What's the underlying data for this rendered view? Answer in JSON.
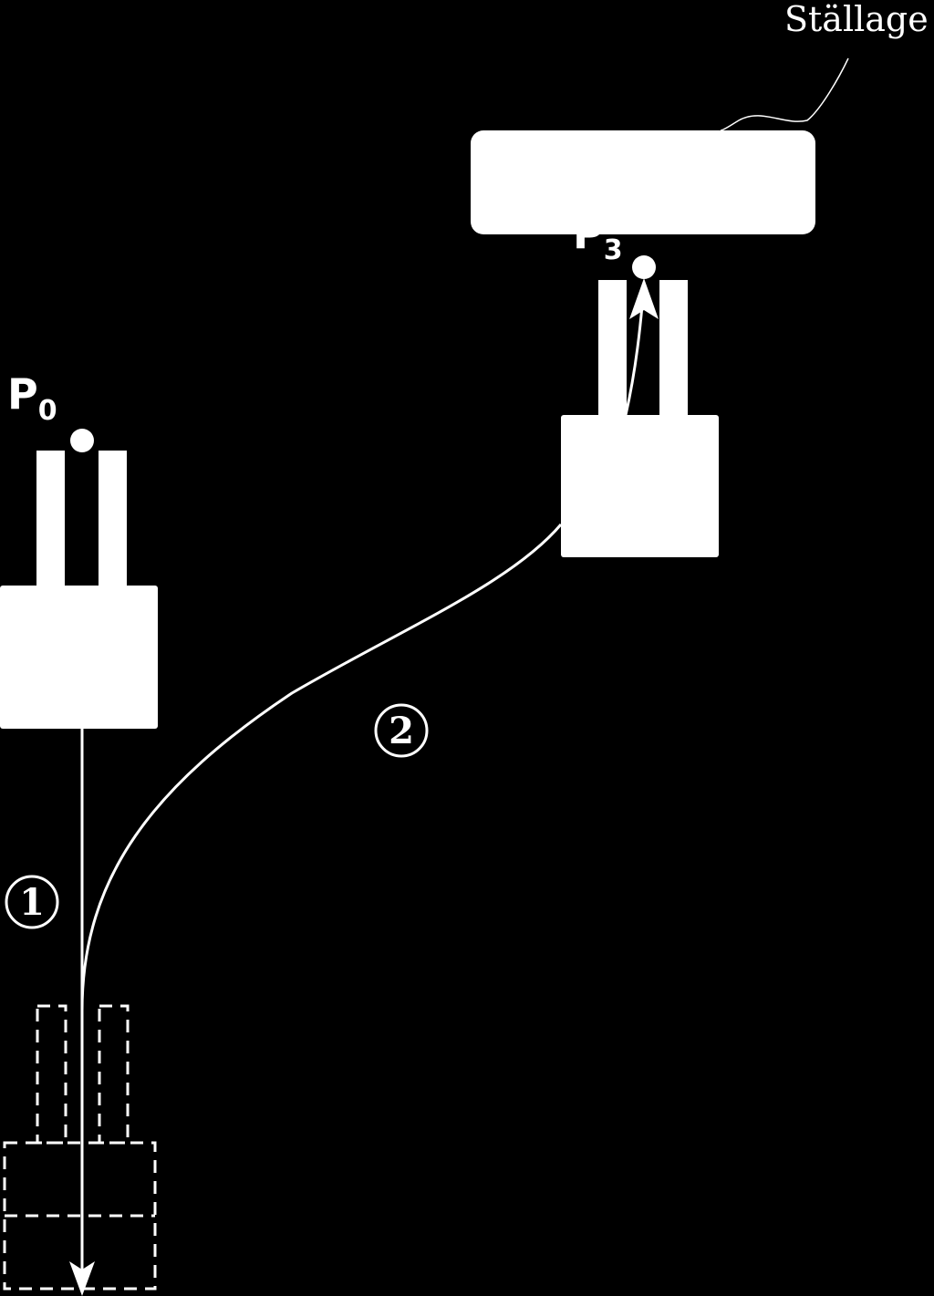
{
  "labels": {
    "rack_label": "Ställage",
    "point_start": "P",
    "point_start_sub": "0",
    "point_end": "P",
    "point_end_sub": "3",
    "path_one_marker": "1",
    "path_two_marker": "2"
  },
  "colors": {
    "background": "#000000",
    "foreground": "#ffffff"
  }
}
